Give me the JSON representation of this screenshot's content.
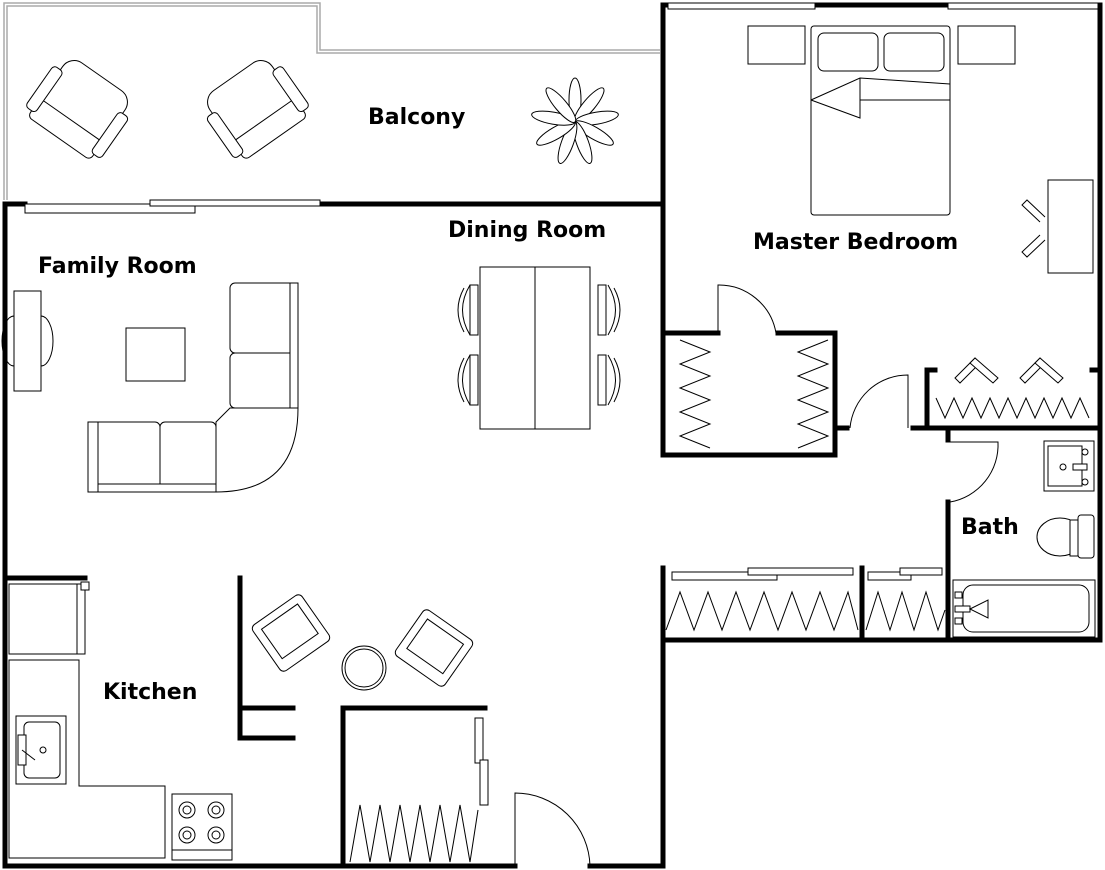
{
  "plan": {
    "rooms": {
      "balcony": "Balcony",
      "family_room": "Family Room",
      "dining_room": "Dining Room",
      "master_bedroom": "Master Bedroom",
      "bath": "Bath",
      "kitchen": "Kitchen"
    },
    "colors": {
      "wall": "#000000",
      "railing": "#aaaaaa",
      "background": "#ffffff"
    }
  }
}
